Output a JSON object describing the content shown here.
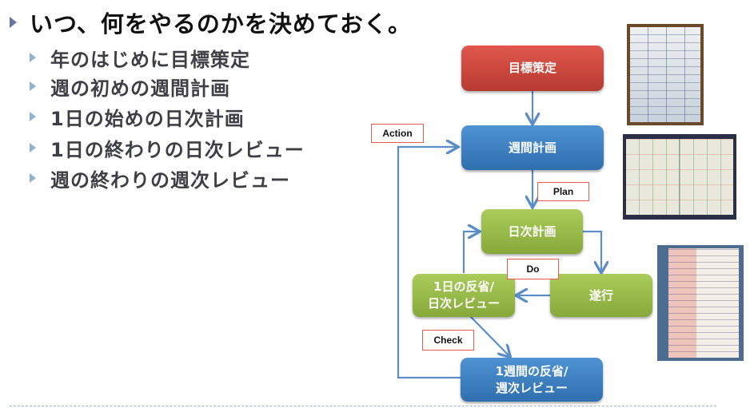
{
  "slide": {
    "title": "いつ、何をやるのかを決めておく。",
    "bullets": [
      "年のはじめに目標策定",
      "週の初めの週間計画",
      "1日の始めの日次計画",
      "1日の終わりの日次レビュー",
      "週の終わりの週次レビュー"
    ]
  },
  "diagram": {
    "nodes": {
      "goal": "目標策定",
      "weekly_plan": "週間計画",
      "daily_plan": "日次計画",
      "execute": "遂行",
      "daily_review_line1": "1日の反省/",
      "daily_review_line2": "日次レビュー",
      "weekly_review_line1": "1週間の反省/",
      "weekly_review_line2": "週次レビュー"
    },
    "labels": {
      "action": "Action",
      "plan": "Plan",
      "do": "Do",
      "check": "Check"
    },
    "colors": {
      "goal": "#c9443a",
      "plan_blue": "#3f80c2",
      "daily_green": "#98bb4a",
      "arrow": "#5b8ec9",
      "label_border": "#e55a4e"
    }
  },
  "photos": [
    {
      "name": "weekly-planner-photo"
    },
    {
      "name": "daily-notebook-spread-photo"
    },
    {
      "name": "daily-notes-page-photo"
    }
  ]
}
